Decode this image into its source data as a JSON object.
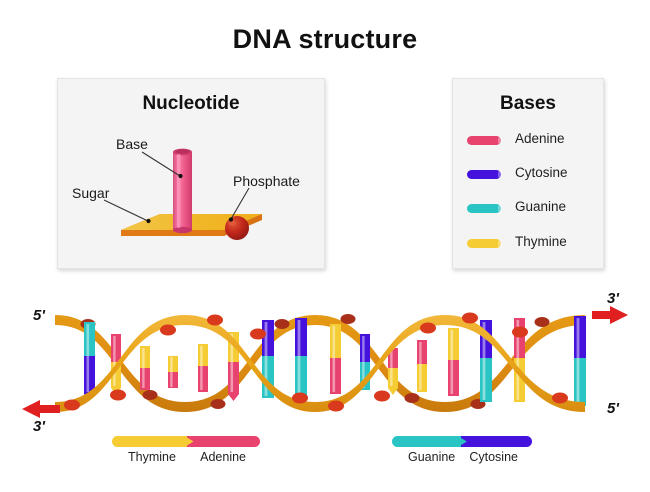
{
  "figure": {
    "title": "DNA structure"
  },
  "nucleotide_panel": {
    "title": "Nucleotide",
    "labels": {
      "base": "Base",
      "sugar": "Sugar",
      "phosphate": "Phosphate"
    },
    "colors": {
      "base_cylinder": "#EE5C8A",
      "base_cylinder_dark": "#D03B6D",
      "sugar_top": "#F0B828",
      "sugar_edge": "#EE8822",
      "phosphate": "#C0261A",
      "leader_line": "#333333",
      "panel_background": "#F4F4F4"
    }
  },
  "bases_panel": {
    "title": "Bases",
    "items": [
      {
        "label": "Adenine",
        "color": "#E8436F"
      },
      {
        "label": "Cytosine",
        "color": "#4411DD"
      },
      {
        "label": "Guanine",
        "color": "#2BC4C4"
      },
      {
        "label": "Thymine",
        "color": "#F5CC33"
      }
    ]
  },
  "helix": {
    "prime_top_left": "5'",
    "prime_bottom_left": "3'",
    "prime_top_right": "3'",
    "prime_bottom_right": "5'",
    "arrow_left_direction": "left",
    "arrow_right_direction": "right",
    "colors": {
      "backbone_front": "#E8A317",
      "backbone_back": "#DE8C12",
      "phosphate_dot": "#D93A1E",
      "phosphate_dot_dark": "#A8301A",
      "arrow": "#E02020",
      "adenine": "#E8436F",
      "cytosine": "#4411DD",
      "guanine": "#2BC4C4",
      "thymine": "#F5CC33"
    }
  },
  "base_pairs": [
    {
      "name": "thymine-adenine",
      "left_label": "Thymine",
      "right_label": "Adenine",
      "left_color": "#F5CC33",
      "right_color": "#E8436F"
    },
    {
      "name": "guanine-cytosine",
      "left_label": "Guanine",
      "right_label": "Cytosine",
      "left_color": "#2BC4C4",
      "right_color": "#4411DD"
    }
  ]
}
